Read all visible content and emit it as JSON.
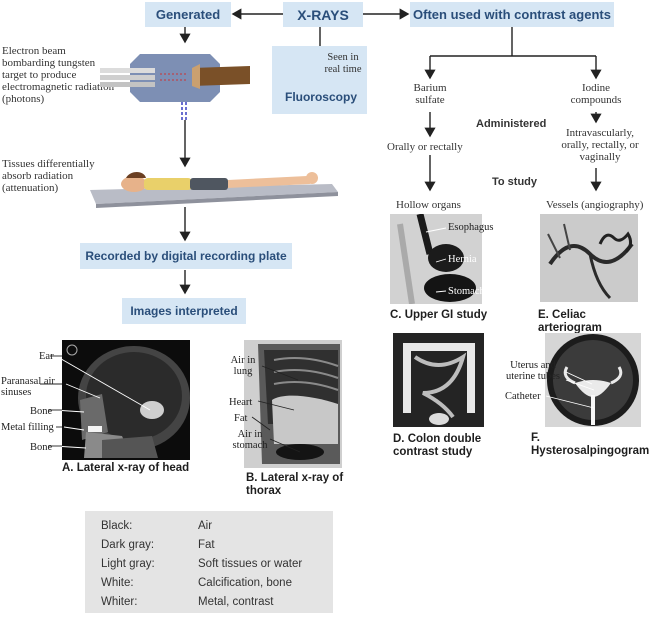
{
  "header": {
    "generated": "Generated",
    "xrays": "X-RAYS",
    "contrast": "Often used with contrast agents"
  },
  "fluoro": {
    "seen": "Seen in real time",
    "title": "Fluoroscopy"
  },
  "left_flow": {
    "electron": "Electron beam bombarding tungsten target to produce electromagnetic radiation (photons)",
    "tissues": "Tissues differentially absorb radiation (attenuation)",
    "recorded": "Recorded by digital recording plate",
    "interpreted": "Images interpreted"
  },
  "right_flow": {
    "barium": "Barium sulfate",
    "iodine": "Iodine compounds",
    "administered": "Administered",
    "orally": "Orally or rectally",
    "intravascular": "Intravascularly, orally, rectally, or vaginally",
    "to_study": "To study",
    "hollow": "Hollow organs",
    "vessels": "Vessels (angiography)"
  },
  "head": {
    "caption": "A. Lateral x-ray of head",
    "labels": {
      "ear": "Ear",
      "paranasal": "Paranasal air sinuses",
      "bone1": "Bone",
      "metal": "Metal filling",
      "bone2": "Bone"
    }
  },
  "thorax": {
    "caption": "B. Lateral x-ray of thorax",
    "labels": {
      "air_lung": "Air in lung",
      "heart": "Heart",
      "fat": "Fat",
      "air_stomach": "Air in stomach"
    }
  },
  "upper_gi": {
    "caption": "C. Upper GI study",
    "labels": {
      "esophagus": "Esophagus",
      "hernia": "Hernia",
      "stomach": "Stomach"
    }
  },
  "celiac": {
    "caption": "E. Celiac arteriogram"
  },
  "colon": {
    "caption": "D. Colon double contrast study"
  },
  "hystero": {
    "caption": "F. Hysterosalpingogram",
    "labels": {
      "uterus": "Uterus and uterine tubes",
      "catheter": "Catheter"
    }
  },
  "legend": [
    {
      "shade": "Black:",
      "meaning": "Air"
    },
    {
      "shade": "Dark gray:",
      "meaning": "Fat"
    },
    {
      "shade": "Light gray:",
      "meaning": "Soft tissues or water"
    },
    {
      "shade": "White:",
      "meaning": "Calcification, bone"
    },
    {
      "shade": "Whiter:",
      "meaning": "Metal, contrast"
    }
  ],
  "colors": {
    "box_fill": "#d6e6f4",
    "box_text": "#2a4e7a",
    "legend_fill": "#e4e4e4"
  }
}
